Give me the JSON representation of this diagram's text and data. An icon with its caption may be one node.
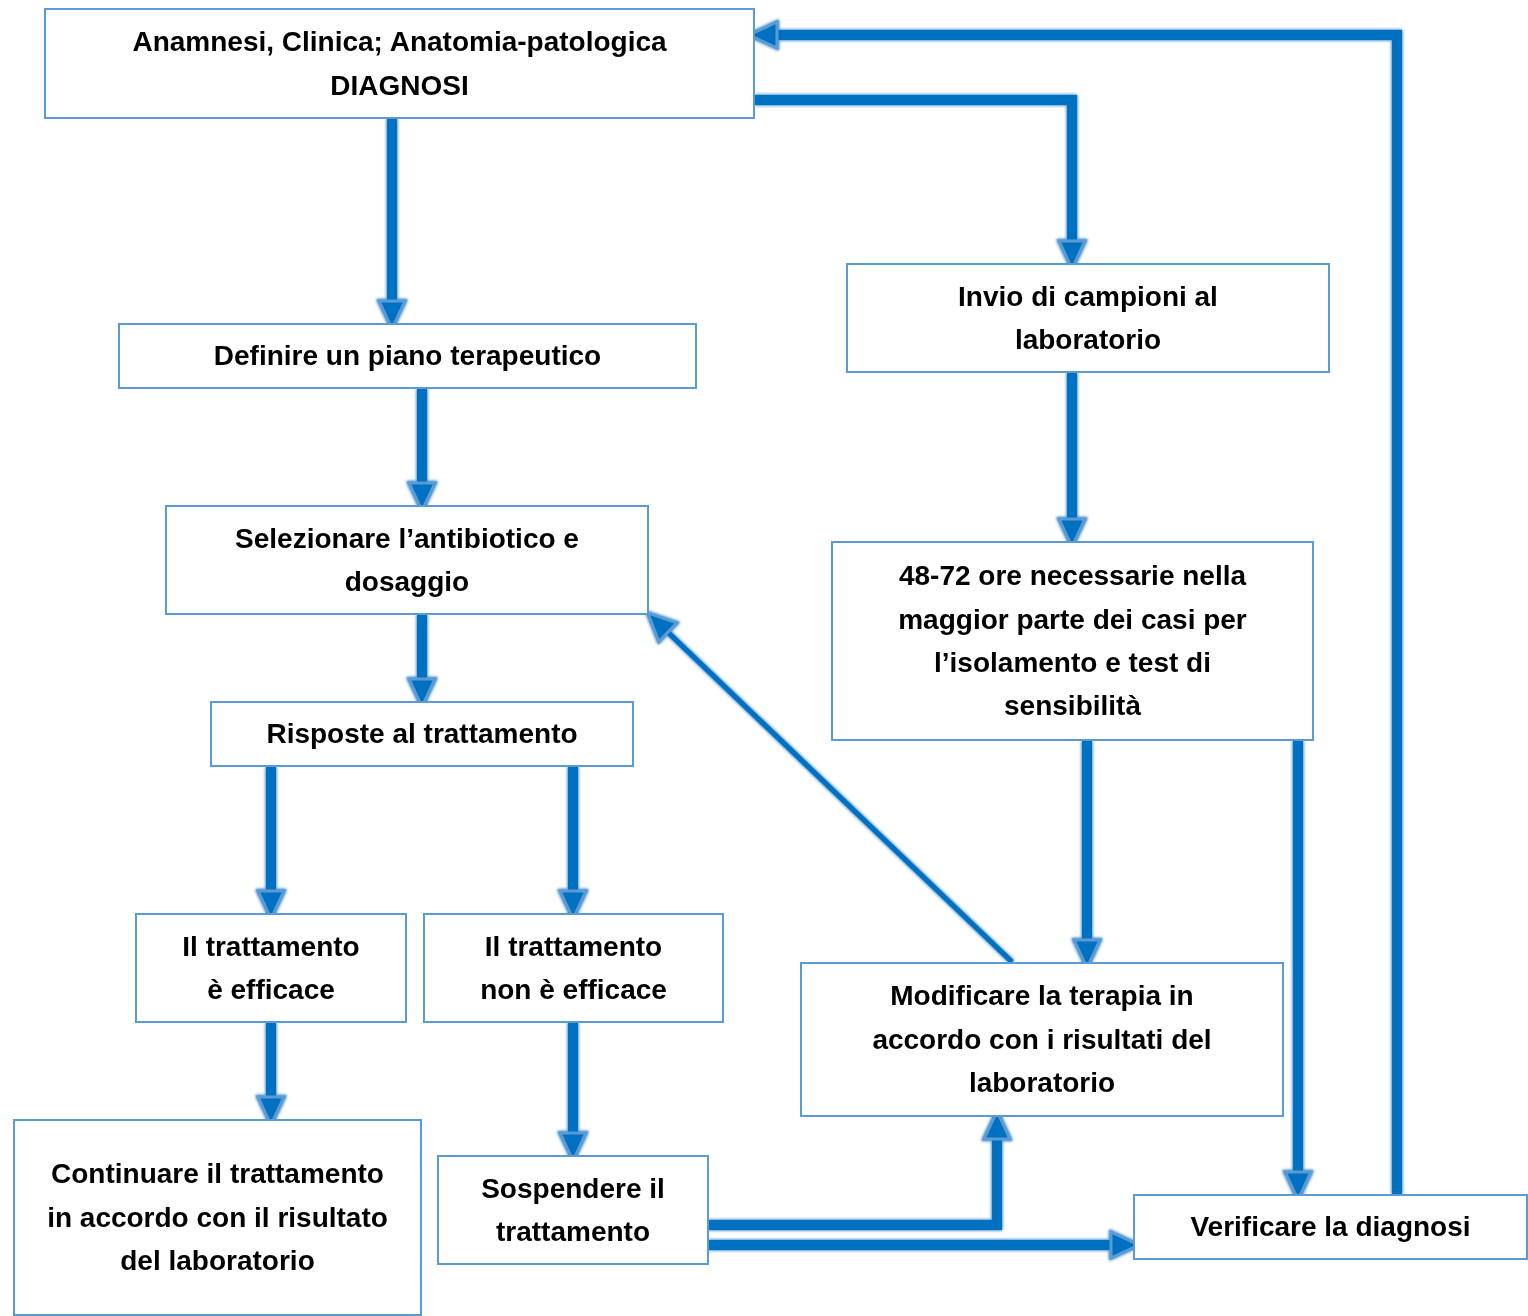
{
  "diagram": {
    "nodes": [
      {
        "text": [
          "Anamnesi, Clinica; Anatomia-patologica",
          "DIAGNOSI"
        ]
      },
      {
        "text": [
          "Definire un piano terapeutico"
        ]
      },
      {
        "text": [
          "Selezionare l’antibiotico e dosaggio"
        ]
      },
      {
        "text": [
          "Risposte al trattamento"
        ]
      },
      {
        "text": [
          "Il trattamento è efficace"
        ]
      },
      {
        "text": [
          "Il trattamento non è efficace"
        ]
      },
      {
        "text": [
          "Continuare il trattamento in accordo con il risultato del laboratorio"
        ]
      },
      {
        "text": [
          "Sospendere il trattamento"
        ]
      },
      {
        "text": [
          "Invio di campioni al laboratorio"
        ]
      },
      {
        "text": [
          "48-72 ore necessarie nella maggior parte dei casi per l’isolamento e test di sensibilità"
        ]
      },
      {
        "text": [
          "Modificare la terapia in accordo con i risultati del laboratorio"
        ]
      },
      {
        "text": [
          "Verificare la diagnosi"
        ]
      }
    ],
    "edges": [
      {
        "from": 0,
        "to": 1,
        "arrow": "to"
      },
      {
        "from": 1,
        "to": 2,
        "arrow": "to"
      },
      {
        "from": 2,
        "to": 3,
        "arrow": "to"
      },
      {
        "from": 3,
        "to": 4,
        "arrow": "to"
      },
      {
        "from": 3,
        "to": 5,
        "arrow": "to"
      },
      {
        "from": 4,
        "to": 6,
        "arrow": "to"
      },
      {
        "from": 5,
        "to": 7,
        "arrow": "to"
      },
      {
        "from": 0,
        "to": 8,
        "arrow": "to"
      },
      {
        "from": 8,
        "to": 9,
        "arrow": "to"
      },
      {
        "from": 9,
        "to": 10,
        "arrow": "to"
      },
      {
        "from": 9,
        "to": 11,
        "arrow": "to"
      },
      {
        "from": 10,
        "to": 2,
        "arrow": "to"
      },
      {
        "from": 7,
        "to": 10,
        "arrow": "to"
      },
      {
        "from": 7,
        "to": 11,
        "arrow": "to"
      },
      {
        "from": 11,
        "to": 0,
        "arrow": "to"
      }
    ]
  }
}
